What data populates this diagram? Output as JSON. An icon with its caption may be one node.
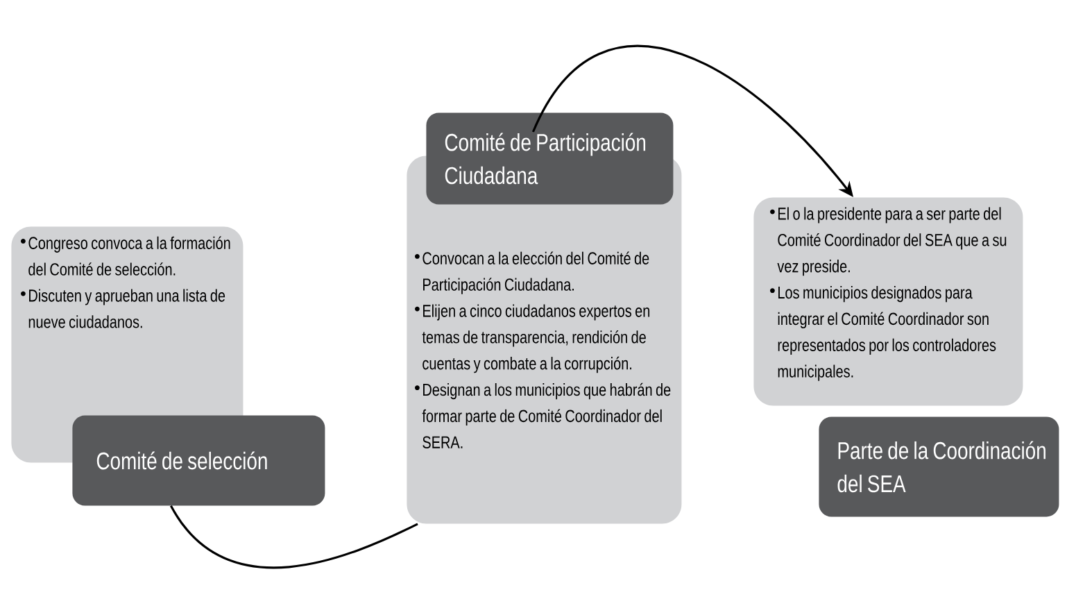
{
  "diagram": {
    "nodes": [
      {
        "text": [
          "Congreso convoca a la formación del Comité  de selección.",
          "Discuten y aprueban una lista de nueve ciudadanos."
        ]
      },
      {
        "text": [
          "Comité de selección"
        ]
      },
      {
        "text": [
          "Comité de Participación Ciudadana"
        ]
      },
      {
        "text": [
          "Convocan a la elección del Comité de Participación Ciudadana.",
          "Elijen a cinco ciudadanos expertos en temas de transparencia, rendición de cuentas y combate a la corrupción.",
          "Designan a los municipios que habrán de formar parte de Comité Coordinador del SERA."
        ]
      },
      {
        "text": [
          "El o la presidente para a ser parte del Comité Coordinador del SEA que a su vez preside.",
          "Los municipios designados para integrar el Comité Coordinador son representados por los controladores municipales."
        ]
      },
      {
        "text": [
          "Parte de la Coordinación del SEA"
        ]
      }
    ],
    "edges": [
      {
        "from": 1,
        "to": 3,
        "arrow": "none"
      },
      {
        "from": 2,
        "to": 4,
        "arrow": "to"
      }
    ]
  }
}
